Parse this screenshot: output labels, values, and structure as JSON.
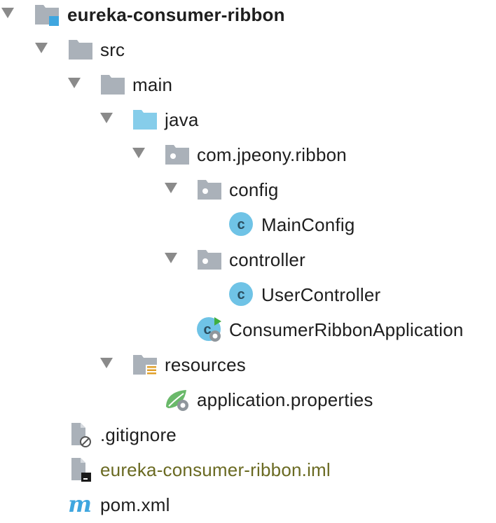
{
  "colors": {
    "folder_gray": "#aab1b9",
    "folder_blue": "#86cdea",
    "class_circle": "#6fc3e6",
    "spring_green": "#6ab96a",
    "module_accent": "#3fa6df",
    "iml_text": "#6a6a22",
    "arrow": "#8a8a8a"
  },
  "tree": {
    "items": [
      {
        "label": "eureka-consumer-ribbon",
        "icon": "module-folder-icon",
        "expanded": true
      },
      {
        "label": "src",
        "icon": "folder-icon",
        "expanded": true
      },
      {
        "label": "main",
        "icon": "folder-icon",
        "expanded": true
      },
      {
        "label": "java",
        "icon": "source-folder-icon",
        "expanded": true
      },
      {
        "label": "com.jpeony.ribbon",
        "icon": "package-icon",
        "expanded": true
      },
      {
        "label": "config",
        "icon": "package-icon",
        "expanded": true
      },
      {
        "label": "MainConfig",
        "icon": "class-icon"
      },
      {
        "label": "controller",
        "icon": "package-icon",
        "expanded": true
      },
      {
        "label": "UserController",
        "icon": "class-icon"
      },
      {
        "label": "ConsumerRibbonApplication",
        "icon": "spring-boot-class-icon"
      },
      {
        "label": "resources",
        "icon": "resources-folder-icon",
        "expanded": true
      },
      {
        "label": "application.properties",
        "icon": "spring-properties-icon"
      },
      {
        "label": ".gitignore",
        "icon": "ignored-file-icon"
      },
      {
        "label": "eureka-consumer-ribbon.iml",
        "icon": "iml-file-icon"
      },
      {
        "label": "pom.xml",
        "icon": "maven-icon"
      }
    ]
  }
}
